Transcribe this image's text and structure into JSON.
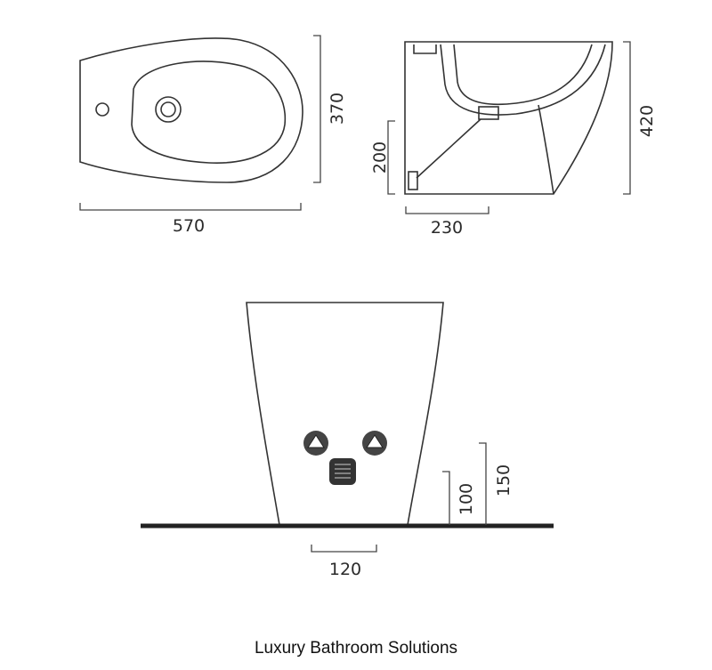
{
  "dimensions": {
    "top_width": "570",
    "top_depth": "370",
    "side_height": "420",
    "side_inlet_height": "200",
    "side_inlet_offset": "230",
    "front_waste_width": "120",
    "front_inlet_low": "100",
    "front_inlet_high": "150"
  },
  "caption": "Luxury Bathroom Solutions"
}
